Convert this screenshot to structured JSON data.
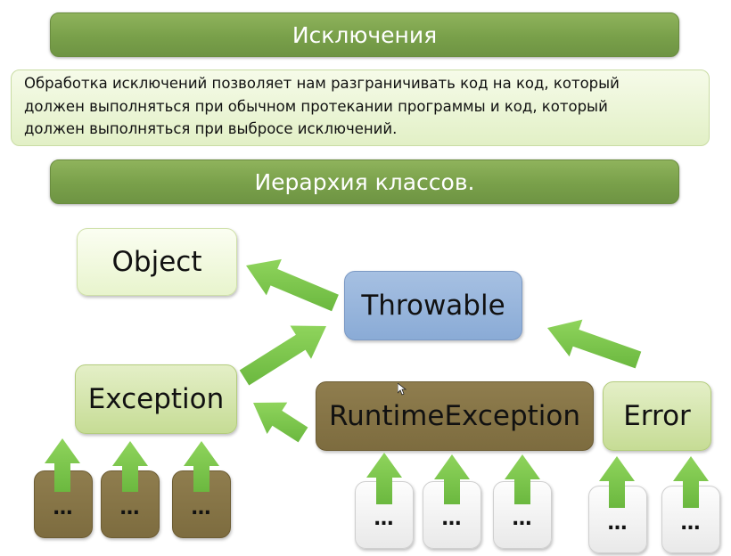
{
  "slide": {
    "title": "Исключения",
    "description_lines": [
      "Обработка исключений позволяет нам разграничивать код на код, который",
      "должен выполняться при обычном протекании программы и код, который",
      "должен выполняться при выбросе исключений."
    ],
    "subtitle": "Иерархия классов."
  },
  "hierarchy": {
    "object": "Object",
    "throwable": "Throwable",
    "exception": "Exception",
    "runtime_exception": "RuntimeException",
    "error": "Error",
    "placeholder": "…"
  },
  "colors": {
    "banner": "#79a04a",
    "arrow": "#78c24a",
    "throwable": "#8aabd6",
    "runtime_exception": "#7d6c3f"
  }
}
